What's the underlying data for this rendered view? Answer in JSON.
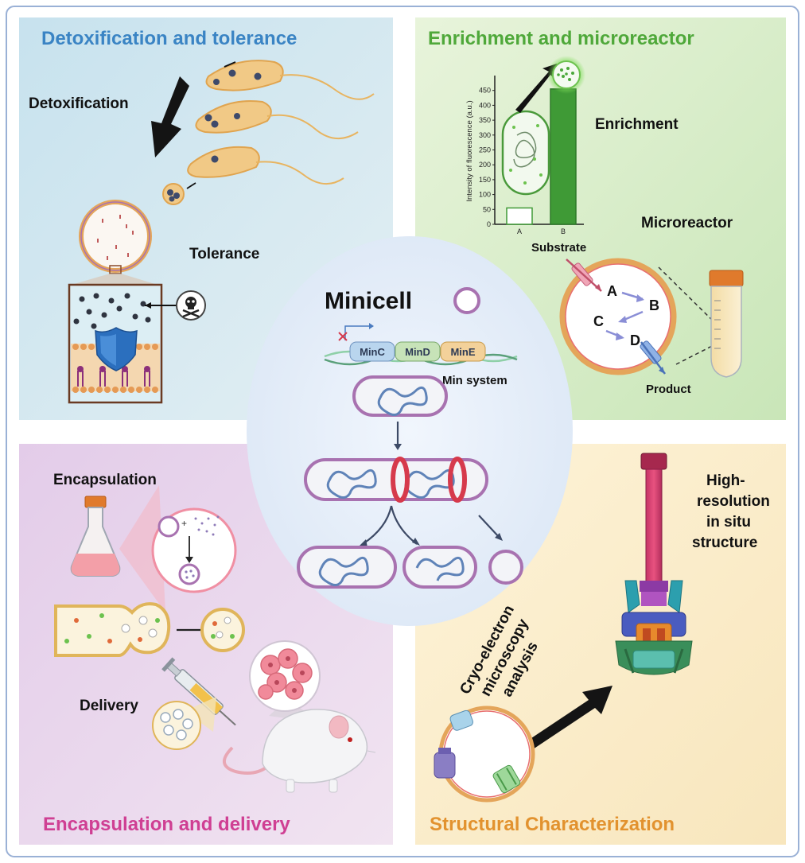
{
  "colors": {
    "detox_title": "#3a84c4",
    "enrich_title": "#4fa83a",
    "encap_title": "#cf3f93",
    "struct_title": "#e2922f",
    "panel_detox": "#cfe6f0",
    "panel_enrich": "#dff0cf",
    "panel_encap": "#e8d4ec",
    "panel_struct": "#fbeecf",
    "center": "#e8f0fa",
    "membrane": "#a872b0",
    "septum": "#d63a4c",
    "dna": "#5f83b8"
  },
  "panels": {
    "detox": {
      "title": "Detoxification and tolerance",
      "detoxification_label": "Detoxification",
      "tolerance_label": "Tolerance",
      "icons": [
        "bacteria-icon",
        "skull-icon",
        "shield-icon",
        "membrane-icon"
      ]
    },
    "enrich": {
      "title": "Enrichment and microreactor",
      "enrichment_label": "Enrichment",
      "microreactor_label": "Microreactor",
      "substrate_label": "Substrate",
      "product_label": "Product",
      "letters": [
        "A",
        "B",
        "C",
        "D"
      ]
    },
    "encap": {
      "title": "Encapsulation and delivery",
      "encapsulation_label": "Encapsulation",
      "delivery_label": "Delivery",
      "icons": [
        "flask-icon",
        "syringe-icon",
        "mouse-icon",
        "tumor-icon"
      ]
    },
    "struct": {
      "title": "Structural Characterization",
      "high_res_lines": [
        "High-",
        "resolution",
        "in situ",
        "structure"
      ],
      "cryo_lines": [
        "Cryo-electron",
        "microscopy",
        "analysis"
      ]
    }
  },
  "center": {
    "title": "Minicell",
    "genes": [
      "MinC",
      "MinD",
      "MinE"
    ],
    "min_system_label": "Min system"
  },
  "chart_data": {
    "type": "bar",
    "categories": [
      "A",
      "B"
    ],
    "values": [
      55,
      455
    ],
    "title": "",
    "xlabel": "",
    "ylabel": "Intensity of fluorescence (a.u.)",
    "ylim": [
      0,
      500
    ],
    "yticks": [
      0,
      50,
      100,
      150,
      200,
      250,
      300,
      350,
      400,
      450
    ],
    "series": [
      {
        "values": [
          55,
          455
        ]
      }
    ]
  }
}
